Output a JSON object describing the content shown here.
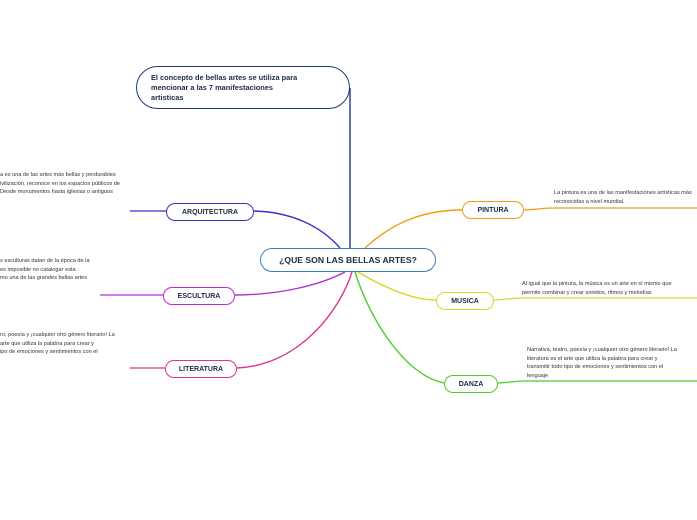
{
  "central": {
    "label": "¿QUE SON LAS BELLAS ARTES?"
  },
  "concept": {
    "lines": [
      "El concepto de bellas artes se utiliza para",
      "mencionar a las 7 manifestaciones",
      "artisticas"
    ]
  },
  "branches": {
    "arquitectura": {
      "label": "ARQUITECTURA",
      "note": [
        "a es una de las artes más bellas y perdurables",
        "ivilización. reconoce en los espacios públicos de",
        "Desde monumentos hasta iglesias o antiguos"
      ]
    },
    "escultura": {
      "label": "ESCULTURA",
      "note": [
        "s esculturas datan de la época de la",
        "es imposible no catalogar esta",
        "mo una de las grandes bellas artes"
      ]
    },
    "literatura": {
      "label": "LITERATURA",
      "note": [
        "ro, poesía y ¡cualquier otro género literario! La",
        "arte que utiliza la palabra para crear y",
        "ipo de emociones y sentimientos con el"
      ]
    },
    "pintura": {
      "label": "PINTURA",
      "note": [
        "La pintura es una de las manifestaciones artísticas más",
        "reconocidas a nivel mundial."
      ]
    },
    "musica": {
      "label": "MUSICA",
      "note": [
        "Al igual que la pintura, la música es un arte en sí mismo que",
        "permite combinar y crear sonidos, ritmos y melodías"
      ]
    },
    "danza": {
      "label": "DANZA",
      "note": [
        "Narrativa, teatro, poesía y ¡cualquier otro género literario! La",
        "literatura es el arte que utiliza la palabra para crear y",
        "transmitir todo tipo de emociones y sentimientos con el",
        "lenguaje"
      ]
    }
  },
  "colors": {
    "central": "#3d7fbd",
    "concept": "#1f3a7a",
    "arquitectura": "#3a2fc9",
    "escultura": "#b52fd0",
    "literatura": "#e0338f",
    "pintura": "#f29a18",
    "musica": "#d8d82a",
    "danza": "#4ccd2c"
  }
}
